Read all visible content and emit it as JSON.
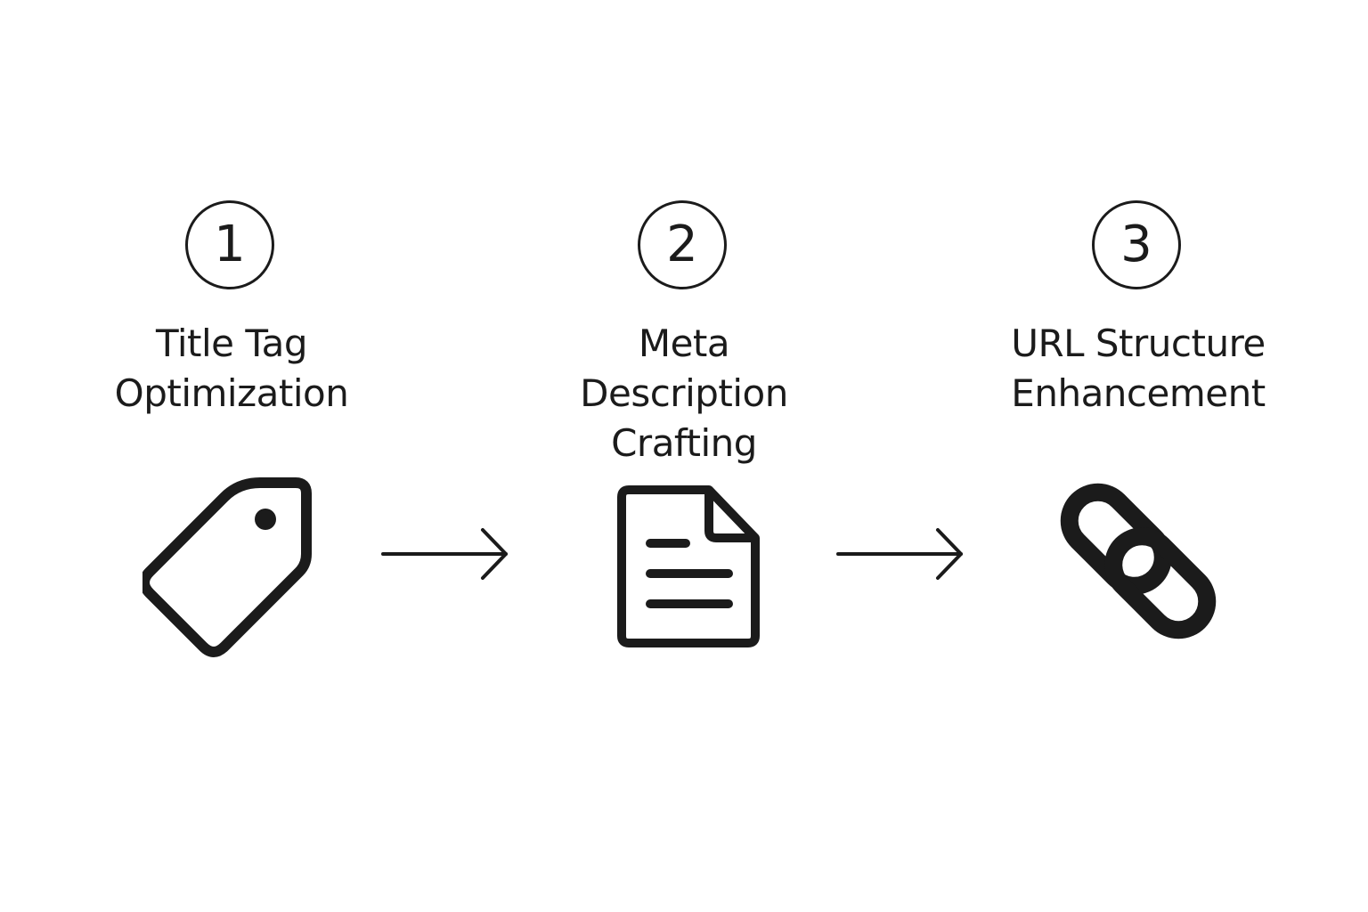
{
  "steps": [
    {
      "number": "1",
      "label_lines": [
        "Title Tag",
        "Optimization"
      ],
      "icon": "tag-icon"
    },
    {
      "number": "2",
      "label_lines": [
        "Meta",
        "Description",
        "Crafting"
      ],
      "icon": "document-icon"
    },
    {
      "number": "3",
      "label_lines": [
        "URL Structure",
        "Enhancement"
      ],
      "icon": "link-icon"
    }
  ],
  "connectors": [
    "arrow-right-icon",
    "arrow-right-icon"
  ],
  "colors": {
    "ink": "#1b1b1b",
    "background": "#ffffff"
  }
}
